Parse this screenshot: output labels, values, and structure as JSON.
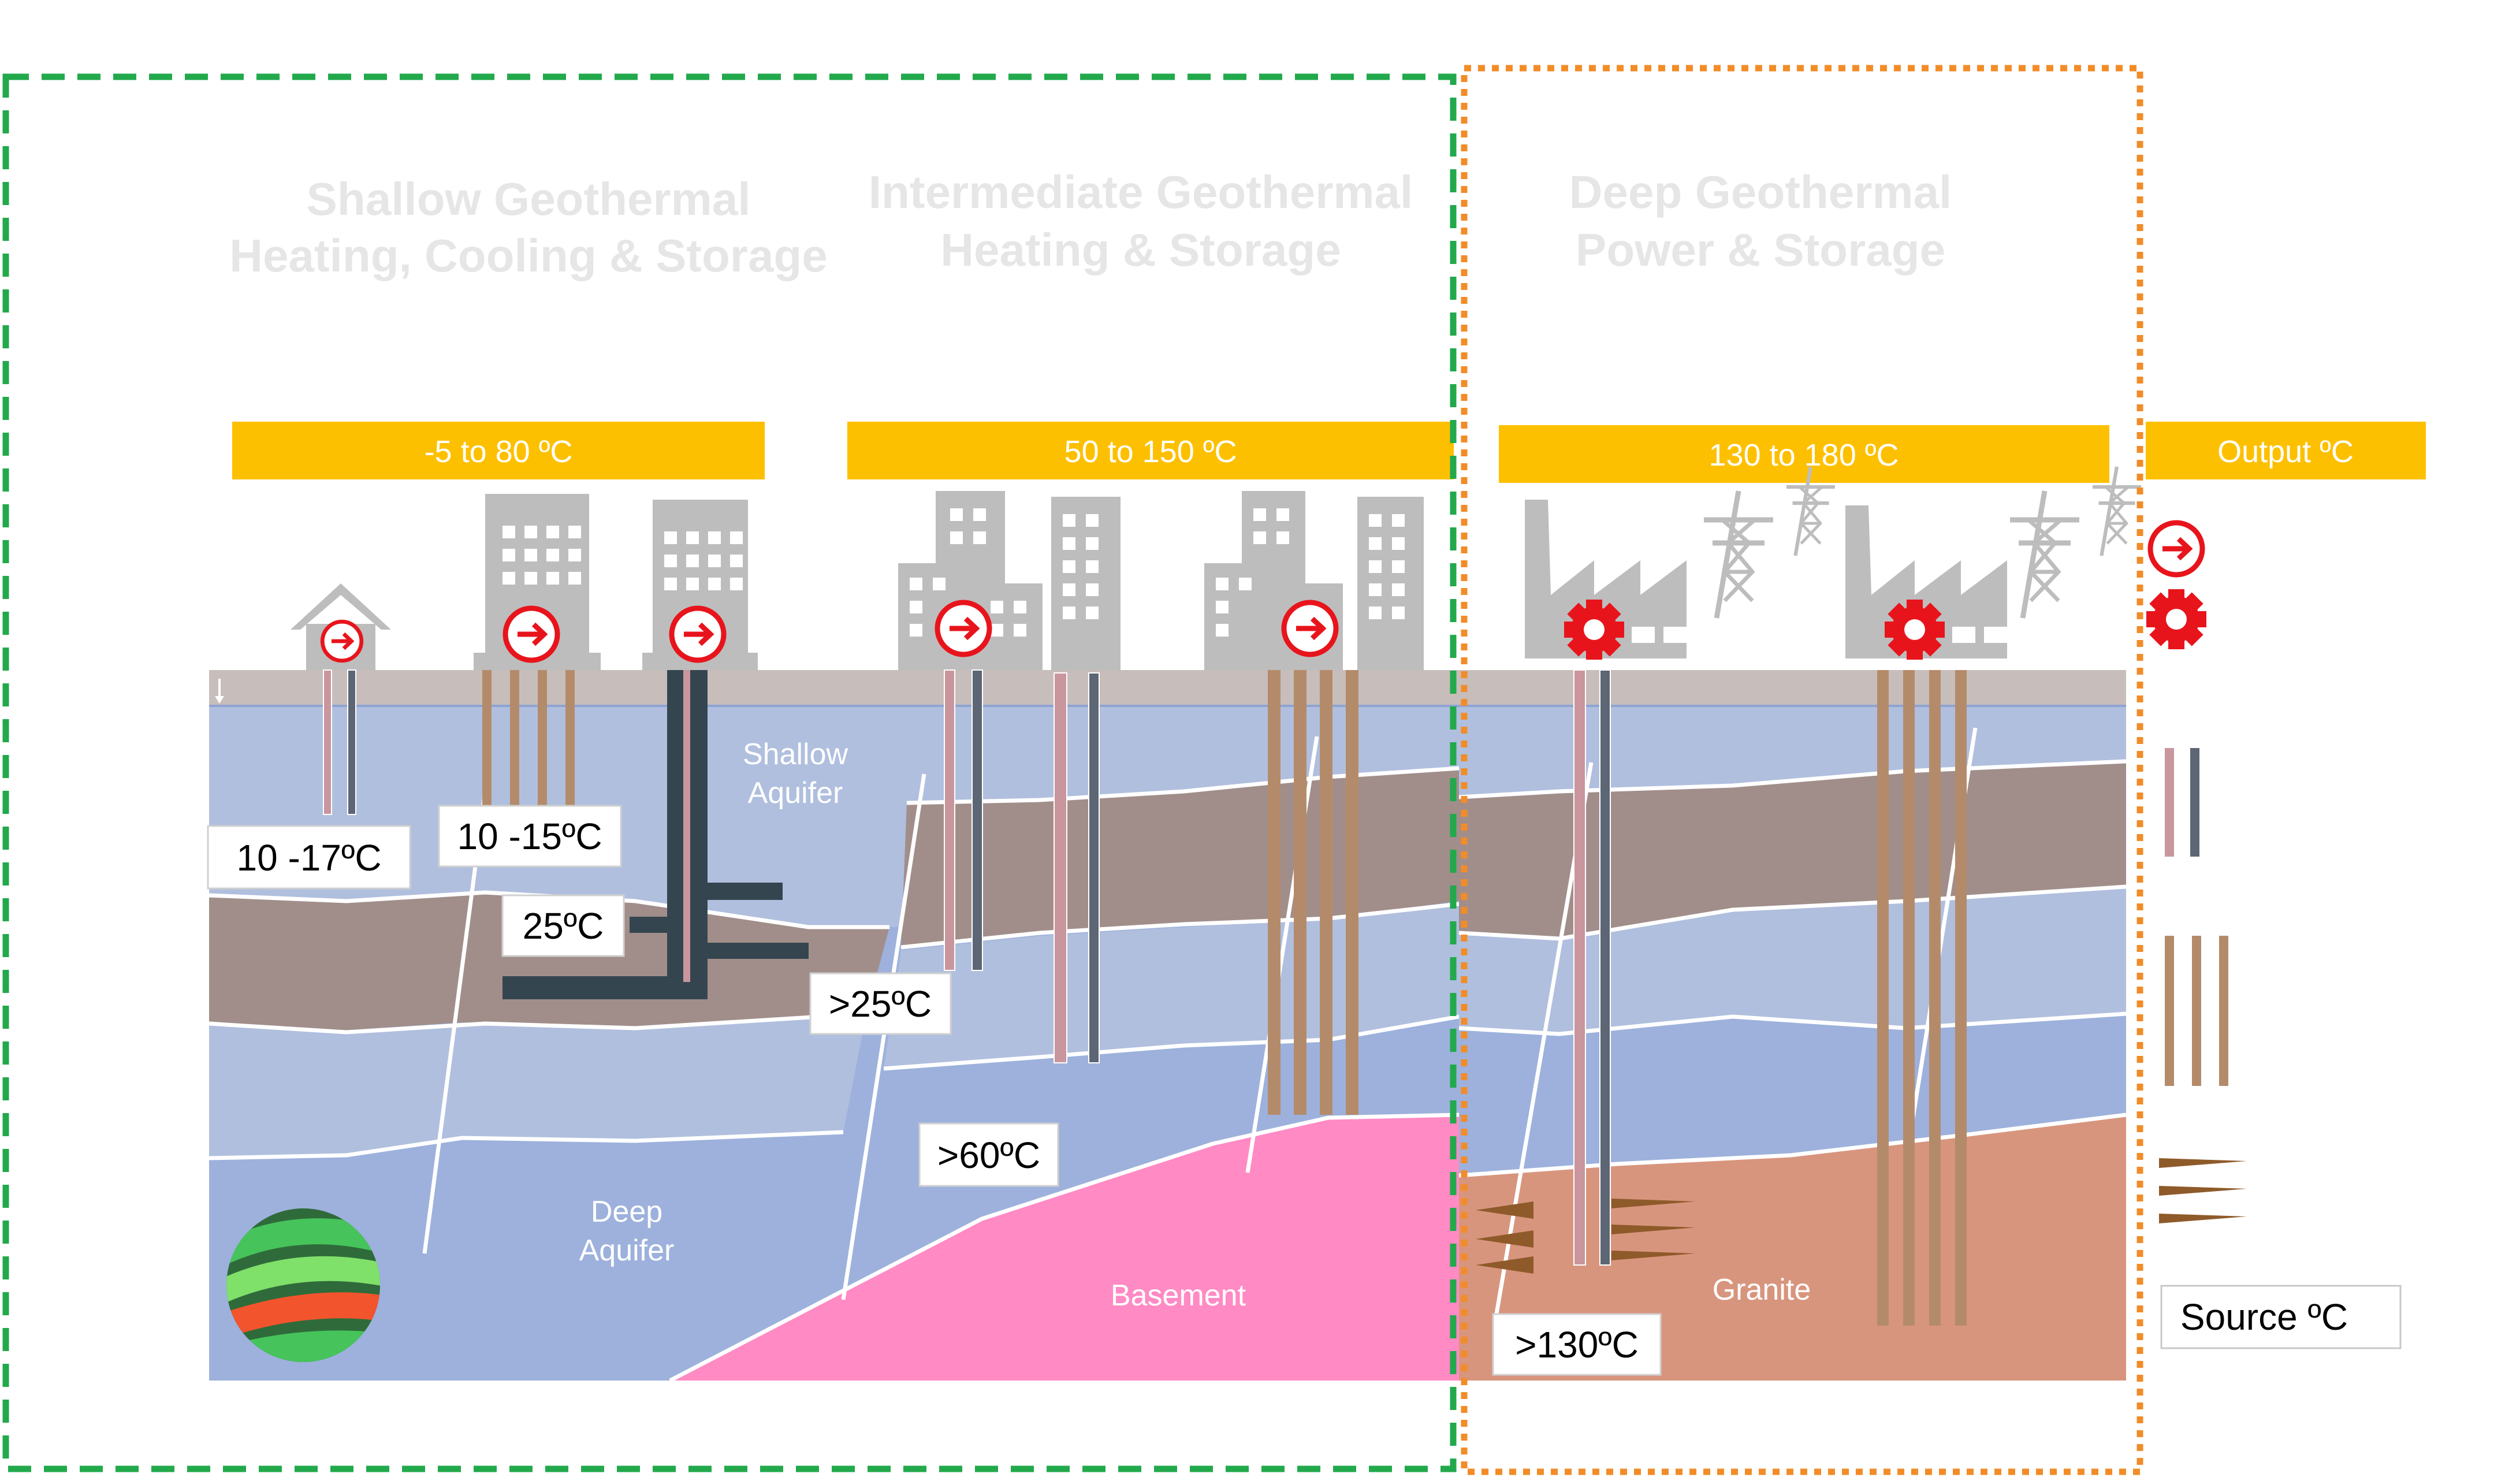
{
  "headings": {
    "shallow_line1": "Shallow Geothermal",
    "shallow_line2": "Heating, Cooling & Storage",
    "intermediate_line1": "Intermediate Geothermal",
    "intermediate_line2": "Heating & Storage",
    "deep_line1": "Deep Geothermal",
    "deep_line2": "Power & Storage"
  },
  "banners": {
    "shallow": "-5 to  80 ºC",
    "intermediate": "50 to  150 ºC",
    "deep": "130  to  180 ºC",
    "legend": "Output ºC"
  },
  "layers": {
    "shallow_aquifer_line1": "Shallow",
    "shallow_aquifer_line2": "Aquifer",
    "deep_aquifer_line1": "Deep",
    "deep_aquifer_line2": "Aquifer",
    "basement": "Basement",
    "granite": "Granite"
  },
  "temperatures": {
    "t1": "10 -17ºC",
    "t2": "10 -15ºC",
    "t3": "25ºC",
    "t4": ">25ºC",
    "t5": ">60ºC",
    "t6": ">130ºC"
  },
  "legend": {
    "source": "Source ºC"
  },
  "icons": [
    "house-icon",
    "building-icon",
    "city-icon",
    "factory-icon",
    "power-pylon-icon",
    "heat-output-arrow-icon",
    "power-gear-icon",
    "earth-logo-icon"
  ],
  "colors": {
    "banner": "#fdc000",
    "green_frame": "#22a94b",
    "orange_frame": "#f28c28",
    "output_red": "#e8141c",
    "shallow_aquifer": "#b0bfde",
    "clay_layer": "#a18e8a",
    "basement": "#ff8ac4",
    "granite": "#d8957e"
  }
}
